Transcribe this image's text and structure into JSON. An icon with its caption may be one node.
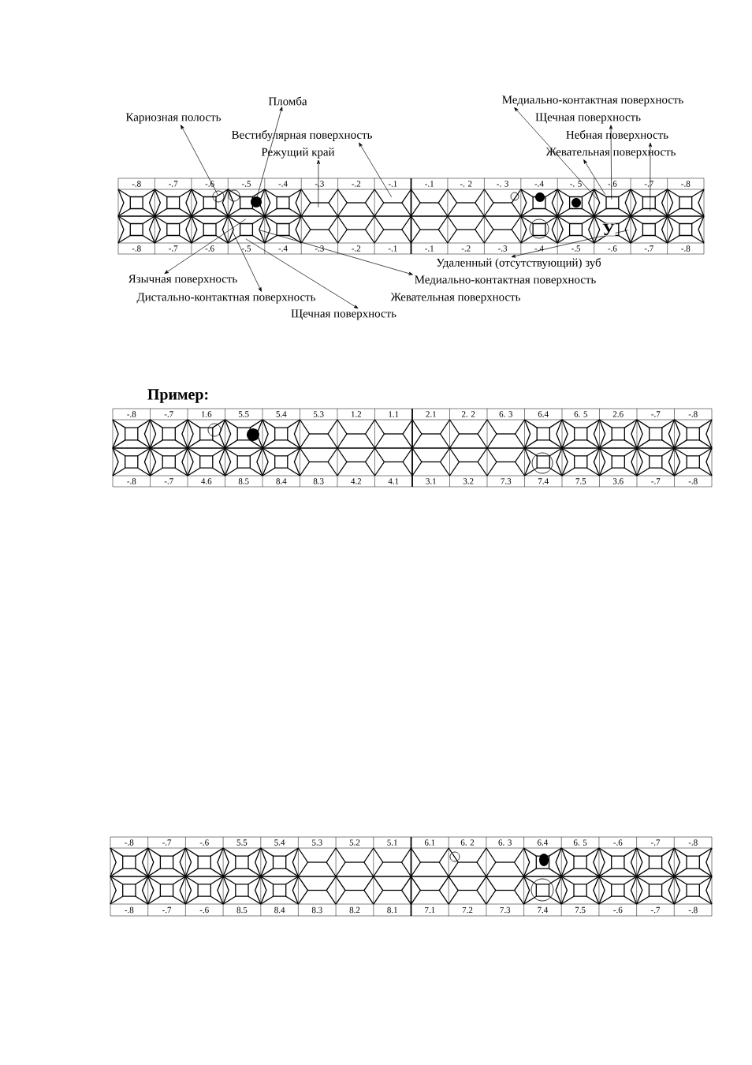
{
  "diagram": {
    "nodes": [
      {
        "text": [
          "Пломба"
        ]
      },
      {
        "text": [
          "Медиально-контактная поверхность"
        ]
      },
      {
        "text": [
          "Кариозная полость"
        ]
      },
      {
        "text": [
          "Щечная поверхность"
        ]
      },
      {
        "text": [
          "Вестибулярная поверхность"
        ]
      },
      {
        "text": [
          "Небная поверхность"
        ]
      },
      {
        "text": [
          "Режущий край"
        ]
      },
      {
        "text": [
          "Жевательная поверхность"
        ]
      },
      {
        "text": [
          "Удаленный (отсутствующий) зуб"
        ]
      },
      {
        "text": [
          "Язычная поверхность"
        ]
      },
      {
        "text": [
          "Медиально-контактная поверхность"
        ]
      },
      {
        "text": [
          "Дистально-контактная поверхность"
        ]
      },
      {
        "text": [
          "Жевательная поверхность"
        ]
      },
      {
        "text": [
          "Щечная поверхность"
        ]
      },
      {
        "text": [],
        "shape": "box"
      }
    ],
    "edges": [
      {
        "from": 14,
        "to": 0,
        "arrow": "to"
      },
      {
        "from": 14,
        "to": 1,
        "arrow": "to"
      },
      {
        "from": 14,
        "to": 2,
        "arrow": "to"
      },
      {
        "from": 14,
        "to": 3,
        "arrow": "to"
      },
      {
        "from": 14,
        "to": 4,
        "arrow": "to"
      },
      {
        "from": 14,
        "to": 5,
        "arrow": "to"
      },
      {
        "from": 14,
        "to": 6,
        "arrow": "to"
      },
      {
        "from": 14,
        "to": 7,
        "arrow": "to"
      },
      {
        "from": 14,
        "to": 8,
        "arrow": "to"
      },
      {
        "from": 14,
        "to": 9,
        "arrow": "to"
      },
      {
        "from": 14,
        "to": 10,
        "arrow": "to"
      },
      {
        "from": 14,
        "to": 11,
        "arrow": "to"
      },
      {
        "from": 14,
        "to": 13,
        "arrow": "to"
      }
    ],
    "labels": [
      "-.8",
      "-.7",
      "-.6",
      "-.5",
      "-.4",
      "-.3",
      "-.2",
      "-.1",
      "-.1",
      "-. 2",
      "-. 3",
      "-.4",
      "-. 5",
      "-.6",
      "-.7",
      "-.8",
      "У",
      "-.8",
      "-.7",
      "-.6",
      "-.5",
      "-.4",
      "-.3",
      "-.2",
      "-.1",
      "-.1",
      "-.2",
      "-.3",
      "-.4",
      "-.5",
      "-.6",
      "-.7",
      "-.8",
      "Пример:",
      "-.8",
      "-.7",
      "1.6",
      "5.5",
      "5.4",
      "5.3",
      "1.2",
      "1.1",
      "2.1",
      "2. 2",
      "6. 3",
      "6.4",
      "6. 5",
      "2.6",
      "-.7",
      "-.8",
      "-.8",
      "-.7",
      "4.6",
      "8.5",
      "8.4",
      "8.3",
      "4.2",
      "4.1",
      "3.1",
      "3.2",
      "7.3",
      "7.4",
      "7.5",
      "3.6",
      "-.7",
      "-.8",
      "-.8",
      "-.7",
      "-.6",
      "5.5",
      "5.4",
      "5.3",
      "5.2",
      "5.1",
      "6.1",
      "6. 2",
      "6. 3",
      "6.4",
      "6. 5",
      "-.6",
      "-.7",
      "-.8",
      "-.8",
      "-.7",
      "-.6",
      "8.5",
      "8.4",
      "8.3",
      "8.2",
      "8.1",
      "7.1",
      "7.2",
      "7.3",
      "7.4",
      "7.5",
      "-.6",
      "-.7",
      "-.8"
    ]
  }
}
